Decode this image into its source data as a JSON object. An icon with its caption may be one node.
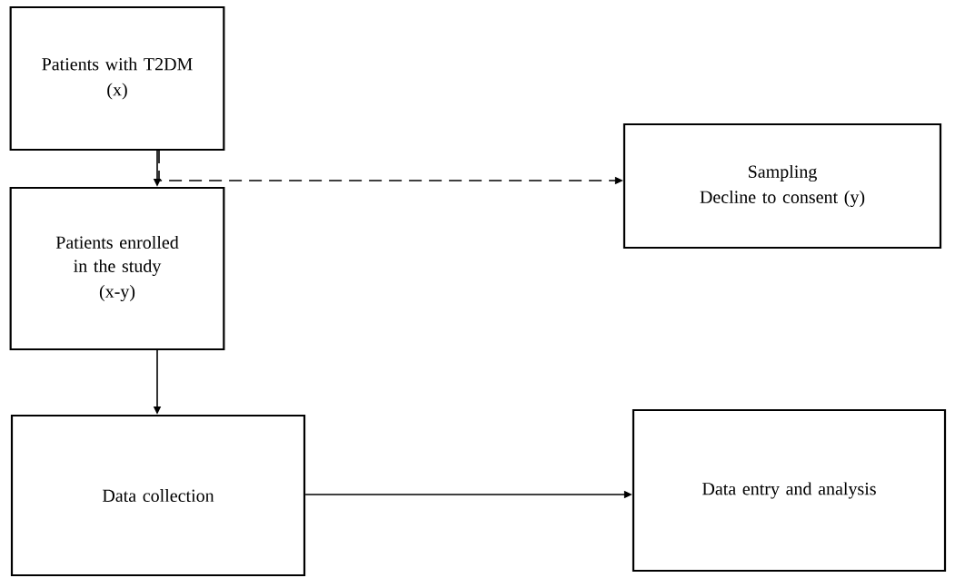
{
  "diagram": {
    "nodes": [
      {
        "text": [
          "Patients with T2DM",
          "(x)"
        ]
      },
      {
        "text": [
          "Sampling",
          "Decline to consent (y)"
        ]
      },
      {
        "text": [
          "Patients enrolled in the study",
          "(x-y)"
        ]
      },
      {
        "text": [
          "Data collection"
        ]
      },
      {
        "text": [
          "Data entry and analysis"
        ]
      }
    ],
    "edges": [
      {
        "from": 0,
        "to": 2,
        "arrow": "to"
      },
      {
        "from": 0,
        "to": 1,
        "arrow": "to",
        "style": "dashed"
      },
      {
        "from": 2,
        "to": 3,
        "arrow": "to"
      },
      {
        "from": 3,
        "to": 4,
        "arrow": "to"
      }
    ]
  }
}
